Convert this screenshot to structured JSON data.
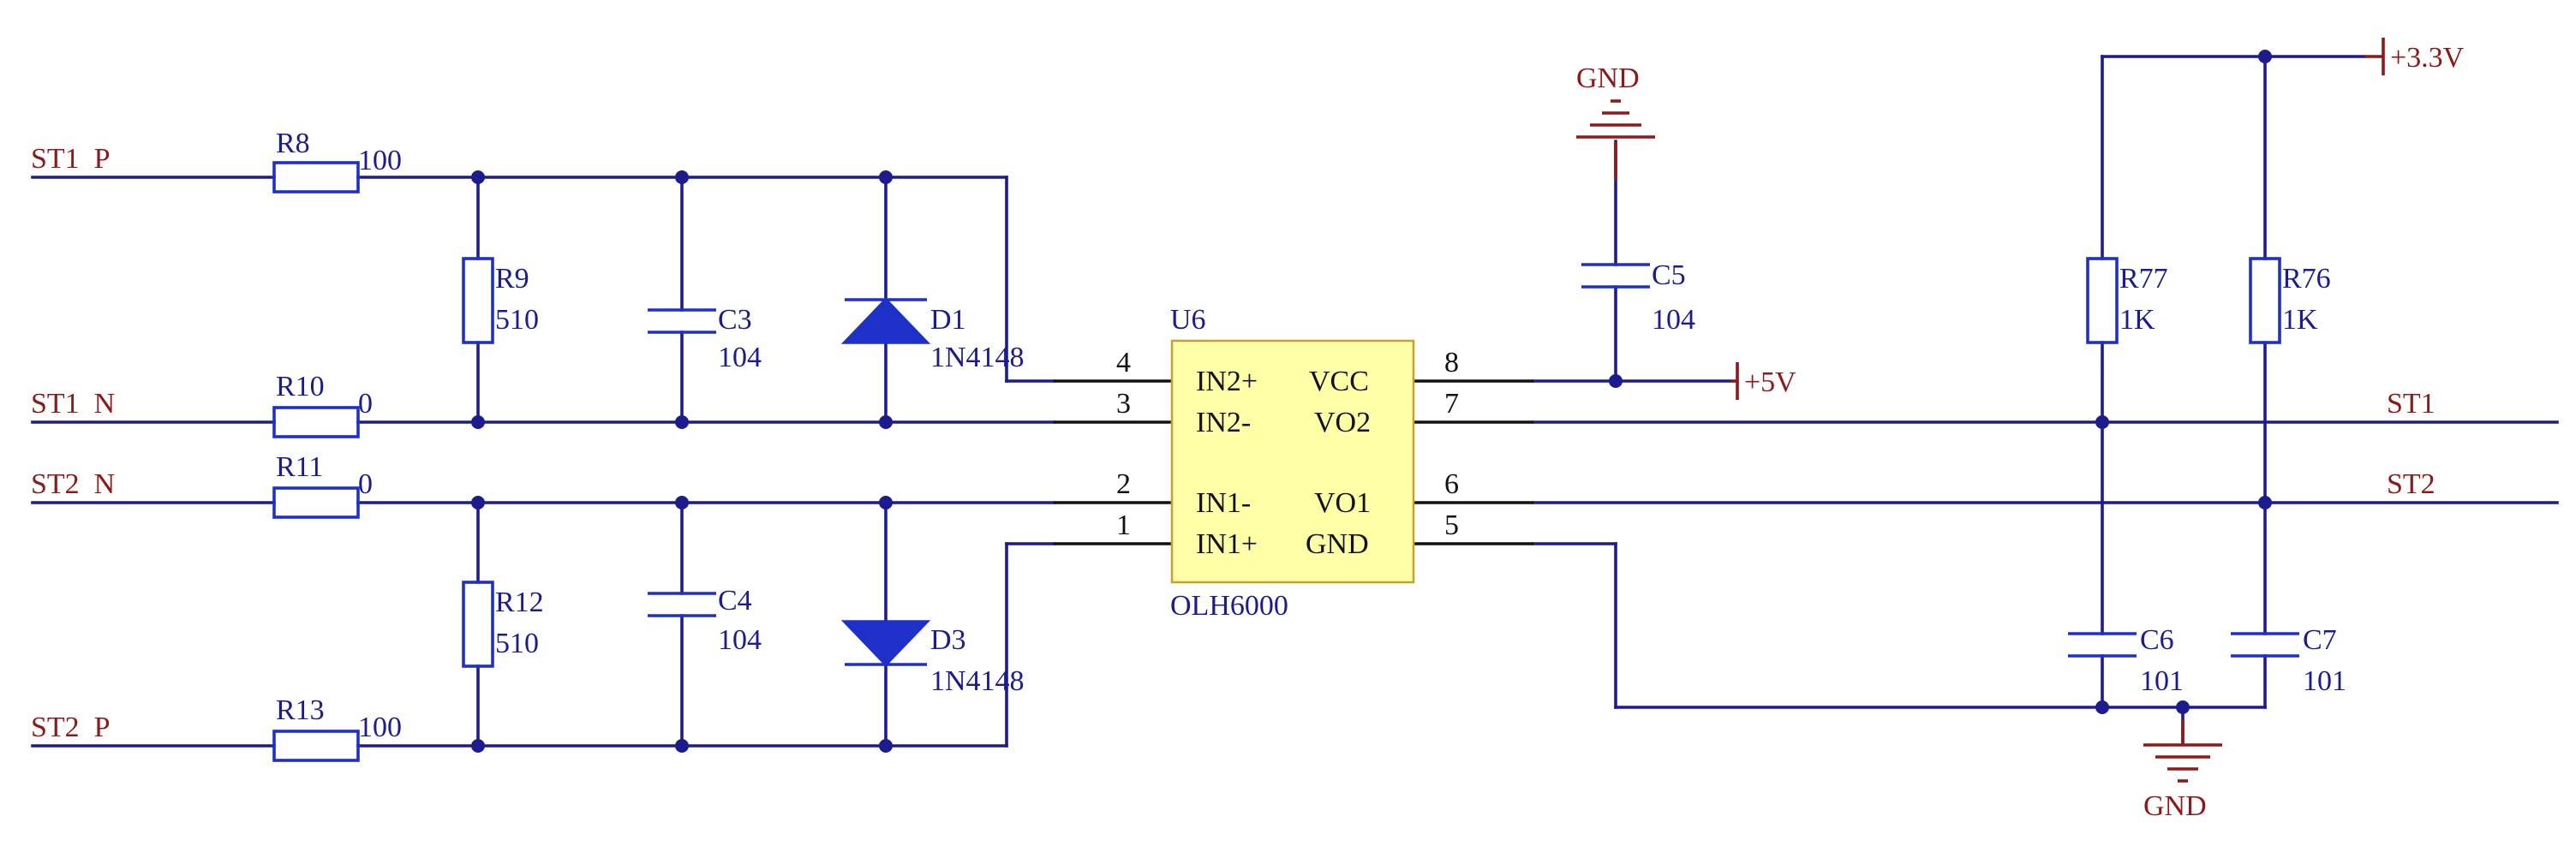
{
  "colors": {
    "wire": "#1c1c8c",
    "component": "#1f30c8",
    "power": "#8b1a1a",
    "ic_body": "#ffffa8",
    "ic_border": "#c8a030"
  },
  "ports": {
    "st1_p": "ST1  P",
    "st1_n": "ST1  N",
    "st2_n": "ST2  N",
    "st2_p": "ST2  P",
    "st1_out": "ST1",
    "st2_out": "ST2"
  },
  "resistors": {
    "r8": {
      "ref": "R8",
      "value": "100"
    },
    "r9": {
      "ref": "R9",
      "value": "510"
    },
    "r10": {
      "ref": "R10",
      "value": "0"
    },
    "r11": {
      "ref": "R11",
      "value": "0"
    },
    "r12": {
      "ref": "R12",
      "value": "510"
    },
    "r13": {
      "ref": "R13",
      "value": "100"
    },
    "r77": {
      "ref": "R77",
      "value": "1K"
    },
    "r76": {
      "ref": "R76",
      "value": "1K"
    }
  },
  "capacitors": {
    "c3": {
      "ref": "C3",
      "value": "104"
    },
    "c4": {
      "ref": "C4",
      "value": "104"
    },
    "c5": {
      "ref": "C5",
      "value": "104"
    },
    "c6": {
      "ref": "C6",
      "value": "101"
    },
    "c7": {
      "ref": "C7",
      "value": "101"
    }
  },
  "diodes": {
    "d1": {
      "ref": "D1",
      "value": "1N4148"
    },
    "d3": {
      "ref": "D3",
      "value": "1N4148"
    }
  },
  "ic": {
    "ref": "U6",
    "part": "OLH6000",
    "pins": [
      {
        "num": "4",
        "name": "IN2+"
      },
      {
        "num": "3",
        "name": "IN2-"
      },
      {
        "num": "2",
        "name": "IN1-"
      },
      {
        "num": "1",
        "name": "IN1+"
      },
      {
        "num": "8",
        "name": "VCC"
      },
      {
        "num": "7",
        "name": "VO2"
      },
      {
        "num": "6",
        "name": "VO1"
      },
      {
        "num": "5",
        "name": "GND"
      }
    ]
  },
  "power": {
    "gnd_top": "GND",
    "gnd_bottom": "GND",
    "vcc_5v": "+5V",
    "vcc_3v3": "+3.3V"
  }
}
